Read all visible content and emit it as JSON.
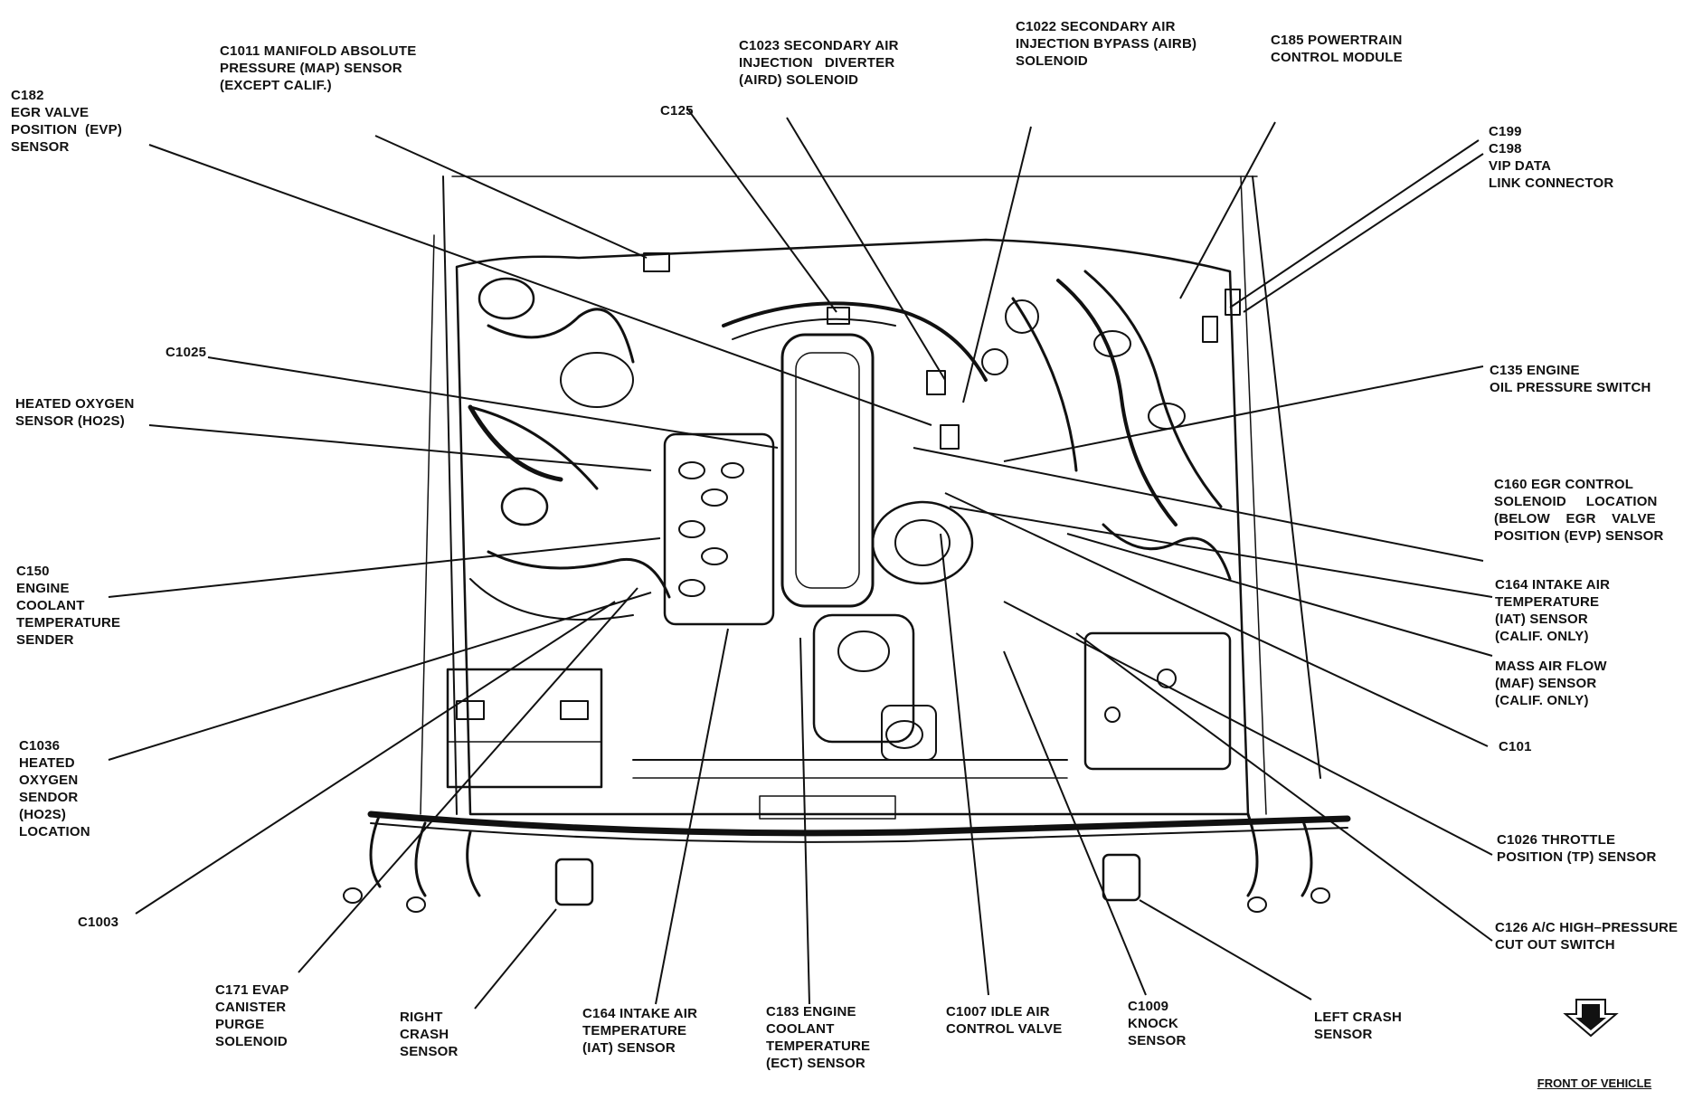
{
  "labels": {
    "c1011": "C1011 MANIFOLD ABSOLUTE\nPRESSURE (MAP) SENSOR\n(EXCEPT CALIF.)",
    "c182": "C182\nEGR VALVE\nPOSITION  (EVP)\nSENSOR",
    "c1023": "C1023 SECONDARY AIR\nINJECTION   DIVERTER\n(AIRD) SOLENOID",
    "c125": "C125",
    "c1022": "C1022 SECONDARY AIR\nINJECTION BYPASS (AIRB)\nSOLENOID",
    "c185": "C185 POWERTRAIN\nCONTROL MODULE",
    "c199": "C199\nC198\nVIP DATA\nLINK CONNECTOR",
    "c1025": "C1025",
    "ho2s": "HEATED OXYGEN\nSENSOR (HO2S)",
    "c135": "C135 ENGINE\nOIL PRESSURE SWITCH",
    "c160": "C160 EGR CONTROL\nSOLENOID     LOCATION\n(BELOW    EGR    VALVE\nPOSITION (EVP) SENSOR",
    "c150": "C150\nENGINE\nCOOLANT\nTEMPERATURE\nSENDER",
    "c164r": "C164 INTAKE AIR\nTEMPERATURE\n(IAT) SENSOR\n(CALIF. ONLY)",
    "maf": "MASS AIR FLOW\n(MAF) SENSOR\n(CALIF. ONLY)",
    "c1036": "C1036\nHEATED\nOXYGEN\nSENDOR\n(HO2S)\nLOCATION",
    "c101": "C101",
    "c1026": "C1026 THROTTLE\nPOSITION (TP) SENSOR",
    "c1003": "C1003",
    "c126": "C126 A/C HIGH–PRESSURE\nCUT OUT SWITCH",
    "c171": "C171 EVAP\nCANISTER\nPURGE\nSOLENOID",
    "rcrash": "RIGHT\nCRASH\nSENSOR",
    "c164b": "C164 INTAKE AIR\nTEMPERATURE\n(IAT) SENSOR",
    "c183": "C183 ENGINE\nCOOLANT\nTEMPERATURE\n(ECT) SENSOR",
    "c1007": "C1007 IDLE AIR\nCONTROL VALVE",
    "c1009": "C1009\nKNOCK\nSENSOR",
    "lcrash": "LEFT CRASH\nSENSOR"
  },
  "front_of_vehicle": "FRONT OF VEHICLE",
  "colors": {
    "ink": "#111111",
    "paper": "#ffffff"
  }
}
